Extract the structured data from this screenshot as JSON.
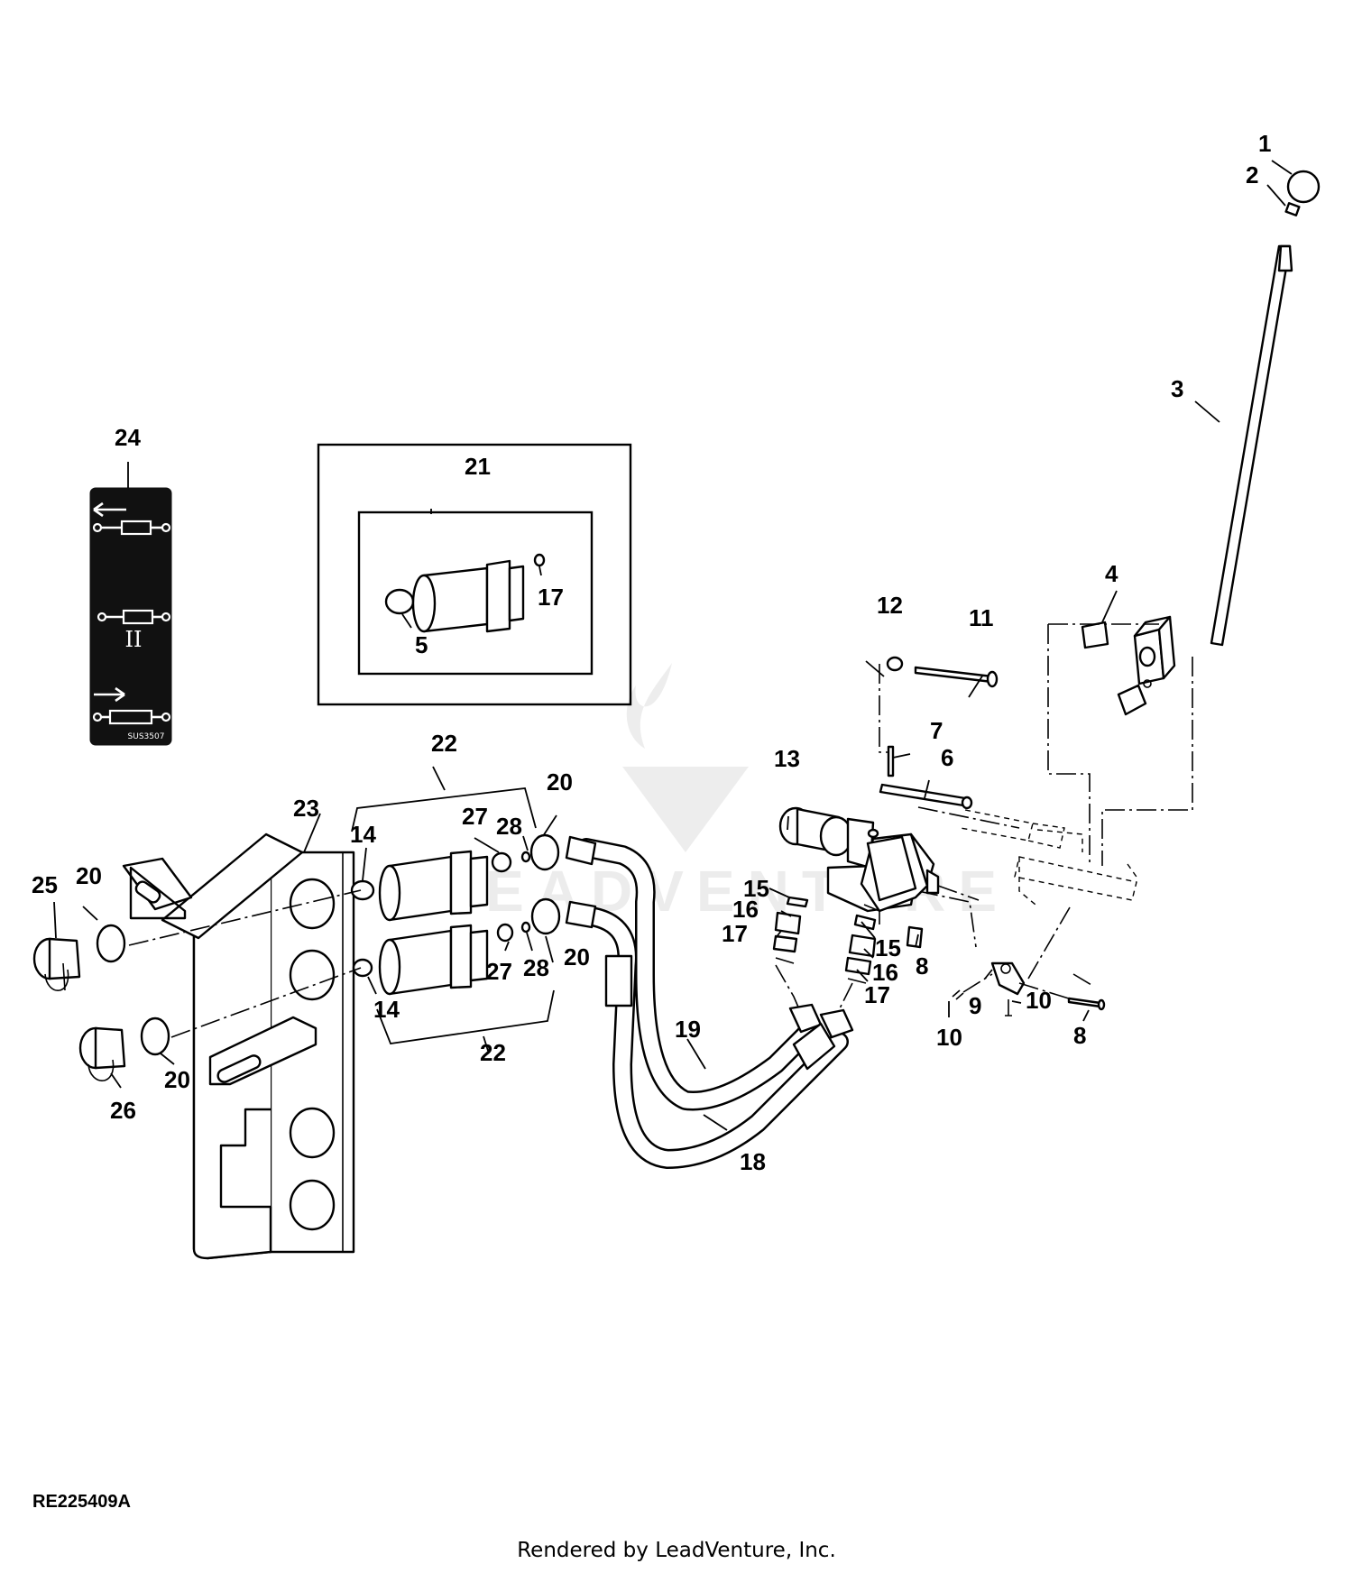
{
  "diagram": {
    "reference_code": "RE225409A",
    "rendered_by": "Rendered by LeadVenture, Inc.",
    "watermark_text": "LEADVENTURE",
    "decal_code": "SUS3507",
    "decal_middle_mark": "II",
    "callouts": {
      "c1": "1",
      "c2": "2",
      "c3": "3",
      "c4": "4",
      "c5": "5",
      "c6": "6",
      "c7": "7",
      "c8a": "8",
      "c8b": "8",
      "c9": "9",
      "c10a": "10",
      "c10b": "10",
      "c11": "11",
      "c12": "12",
      "c13": "13",
      "c14a": "14",
      "c14b": "14",
      "c15a": "15",
      "c15b": "15",
      "c16a": "16",
      "c16b": "16",
      "c17a": "17",
      "c17b": "17",
      "c17c": "17",
      "c18": "18",
      "c19": "19",
      "c20a": "20",
      "c20b": "20",
      "c20c": "20",
      "c20d": "20",
      "c21": "21",
      "c22a": "22",
      "c22b": "22",
      "c23": "23",
      "c24": "24",
      "c25": "25",
      "c26": "26",
      "c27a": "27",
      "c27b": "27",
      "c28a": "28",
      "c28b": "28"
    }
  }
}
